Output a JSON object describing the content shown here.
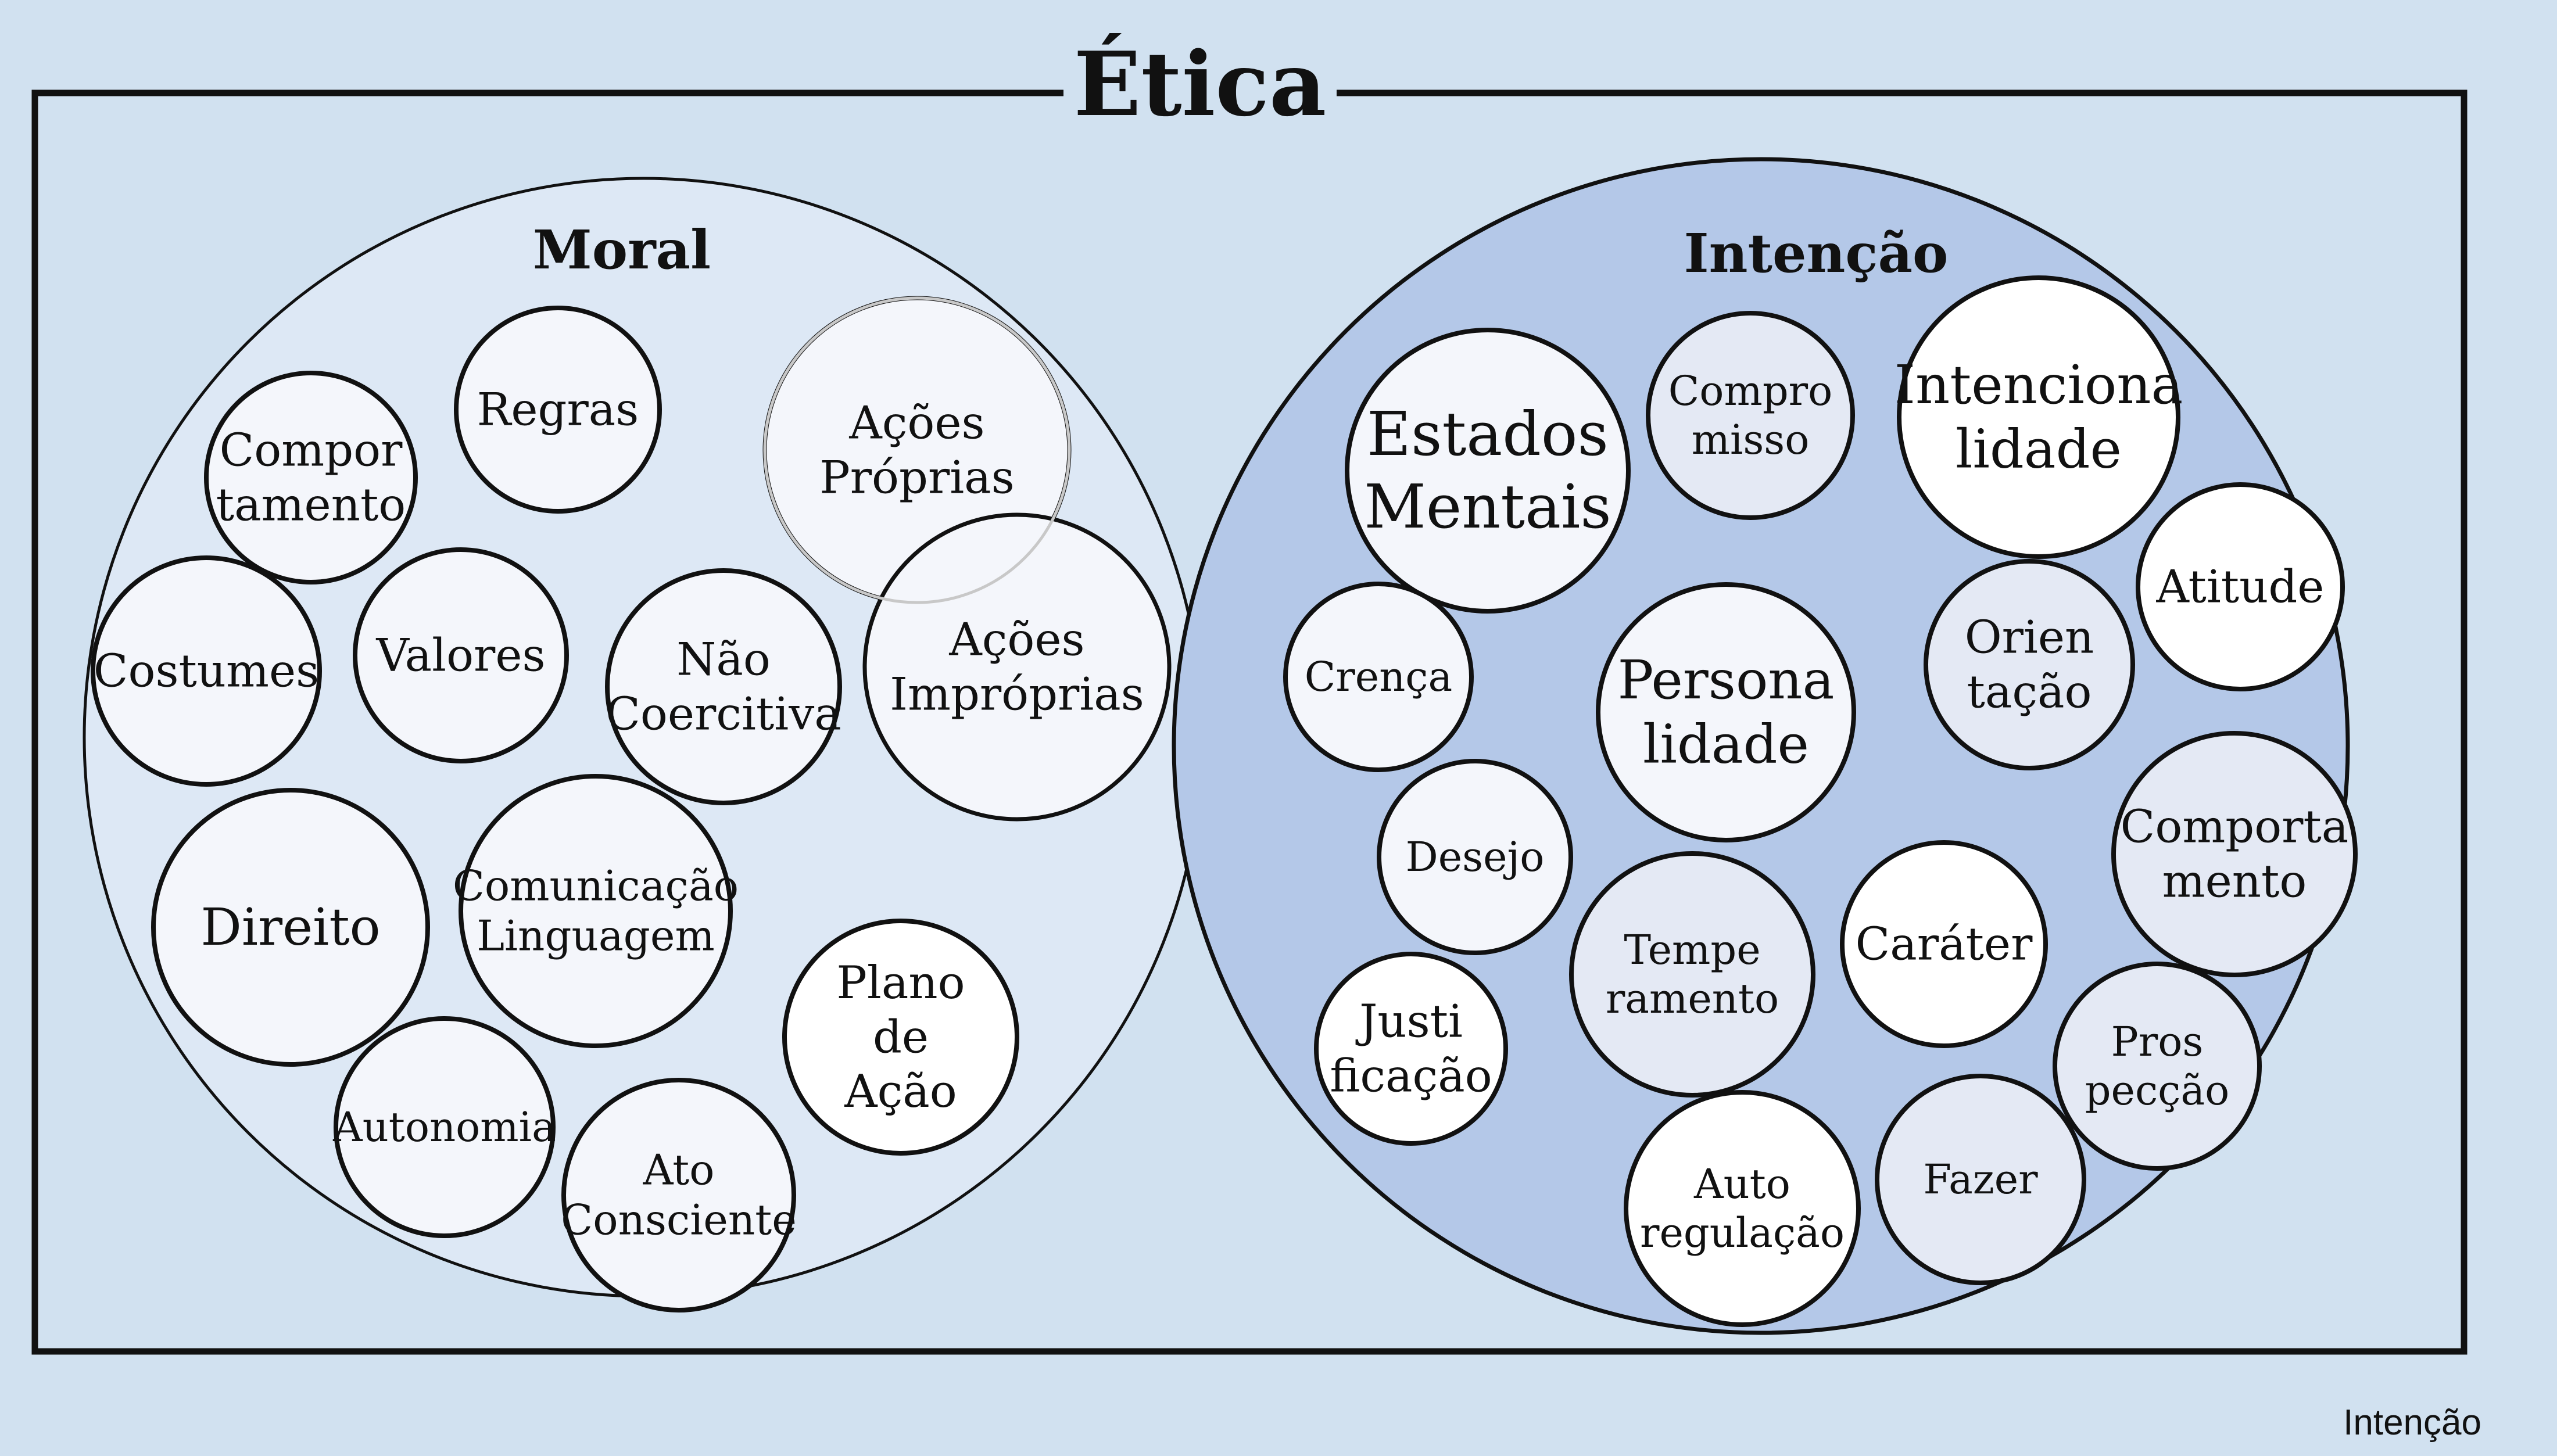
{
  "title": "Ética",
  "footer_caption": "Intenção",
  "colors": {
    "page_background": "#d1e1f0",
    "frame_stroke": "#111111",
    "moral_fill": "#dde8f5",
    "intencao_fill": "#b4c8e8",
    "bubble_white": "#ffffff",
    "bubble_light": "#f4f6fb",
    "bubble_tinted": "#e4e9f4"
  },
  "groups": {
    "moral": {
      "label": "Moral",
      "bubbles": [
        {
          "id": "compor-tamento",
          "lines": [
            "Compor",
            "tamento"
          ]
        },
        {
          "id": "regras",
          "lines": [
            "Regras"
          ]
        },
        {
          "id": "acoes-proprias",
          "lines": [
            "Ações",
            "Próprias"
          ]
        },
        {
          "id": "costumes",
          "lines": [
            "Costumes"
          ]
        },
        {
          "id": "valores",
          "lines": [
            "Valores"
          ]
        },
        {
          "id": "nao-coercitiva",
          "lines": [
            "Não",
            "Coercitiva"
          ]
        },
        {
          "id": "acoes-improprias",
          "lines": [
            "Ações",
            "Impróprias"
          ]
        },
        {
          "id": "direito",
          "lines": [
            "Direito"
          ]
        },
        {
          "id": "comunicacao-linguagem",
          "lines": [
            "Comunicação",
            "Linguagem"
          ]
        },
        {
          "id": "plano-de-acao",
          "lines": [
            "Plano",
            "de",
            "Ação"
          ]
        },
        {
          "id": "autonomia",
          "lines": [
            "Autonomia"
          ]
        },
        {
          "id": "ato-consciente",
          "lines": [
            "Ato",
            "Consciente"
          ]
        }
      ]
    },
    "intencao": {
      "label": "Intenção",
      "bubbles": [
        {
          "id": "estados-mentais",
          "lines": [
            "Estados",
            "Mentais"
          ]
        },
        {
          "id": "compro-misso",
          "lines": [
            "Compro",
            "misso"
          ]
        },
        {
          "id": "intenciona-lidade",
          "lines": [
            "Intenciona",
            "lidade"
          ]
        },
        {
          "id": "atitude",
          "lines": [
            "Atitude"
          ]
        },
        {
          "id": "crenca",
          "lines": [
            "Crença"
          ]
        },
        {
          "id": "persona-lidade",
          "lines": [
            "Persona",
            "lidade"
          ]
        },
        {
          "id": "orien-tacao",
          "lines": [
            "Orien",
            "tação"
          ]
        },
        {
          "id": "comporta-mento",
          "lines": [
            "Comporta",
            "mento"
          ]
        },
        {
          "id": "desejo",
          "lines": [
            "Desejo"
          ]
        },
        {
          "id": "tempe-ramento",
          "lines": [
            "Tempe",
            "ramento"
          ]
        },
        {
          "id": "carater",
          "lines": [
            "Caráter"
          ]
        },
        {
          "id": "justi-ficacao",
          "lines": [
            "Justi",
            "ficação"
          ]
        },
        {
          "id": "pros-peccao",
          "lines": [
            "Pros",
            "pecção"
          ]
        },
        {
          "id": "auto-regulacao",
          "lines": [
            "Auto",
            "regulação"
          ]
        },
        {
          "id": "fazer",
          "lines": [
            "Fazer"
          ]
        }
      ]
    }
  }
}
